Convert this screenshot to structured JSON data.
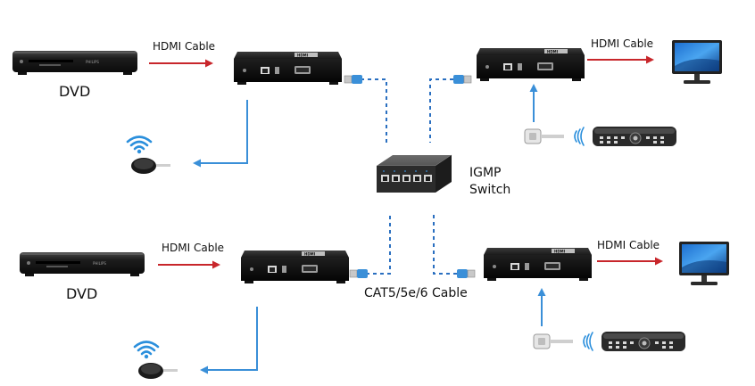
{
  "labels": {
    "hdmi_cable_1": "HDMI Cable",
    "hdmi_cable_2": "HDMI Cable",
    "hdmi_cable_3": "HDMI Cable",
    "hdmi_cable_4": "HDMI Cable",
    "dvd_1": "DVD",
    "dvd_2": "DVD",
    "switch_line1": "IGMP",
    "switch_line2": "Switch",
    "network_cable": "CAT5/5e/6 Cable"
  },
  "device_markings": {
    "unit_badge": "HDMI",
    "player_brand": "PHILIPS"
  },
  "colors": {
    "hdmi_arrow": "#c8262b",
    "ir_arrow": "#3a8fd8",
    "network_dash": "#2a6fc0",
    "device_body": "#1c1c1c",
    "wifi": "#2b8fdc"
  }
}
